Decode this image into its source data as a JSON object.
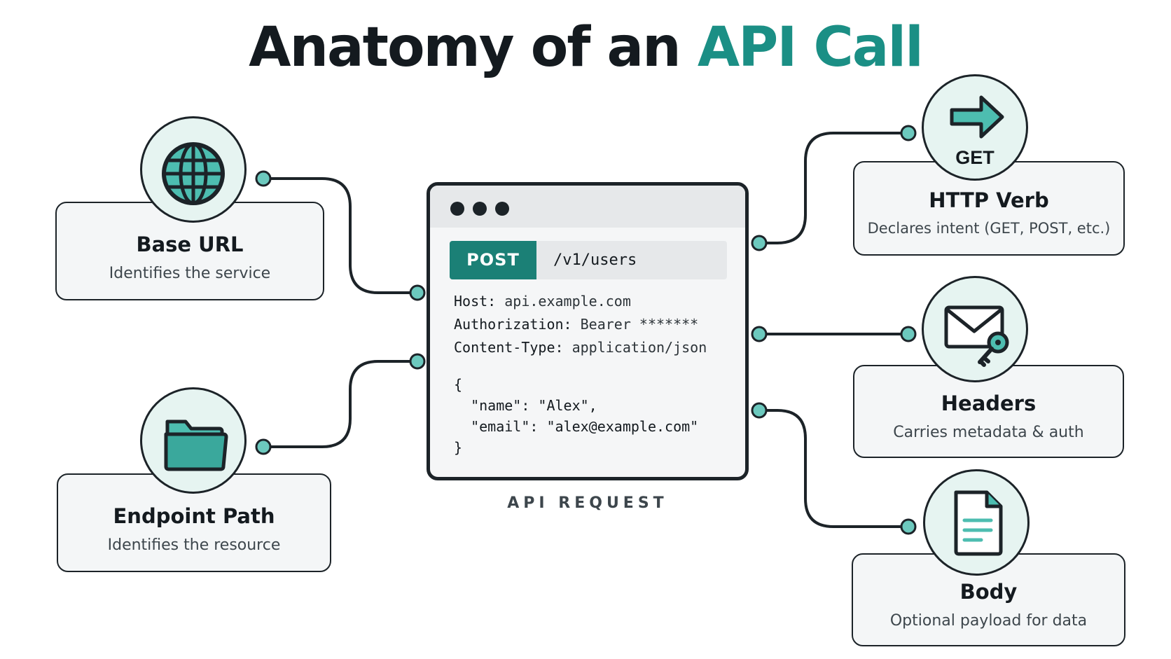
{
  "title": {
    "main": "Anatomy of an",
    "accent": "API Call"
  },
  "request": {
    "method": "POST",
    "path": "/v1/users",
    "headers": [
      {
        "key": "Host:",
        "value": "api.example.com"
      },
      {
        "key": "Authorization:",
        "value": "Bearer *******"
      },
      {
        "key": "Content-Type:",
        "value": "application/json"
      }
    ],
    "body_lines": [
      "{",
      "  \"name\": \"Alex\",",
      "  \"email\": \"alex@example.com\"",
      "}"
    ],
    "caption": "API REQUEST"
  },
  "components": {
    "base_url": {
      "title": "Base URL",
      "desc": "Identifies the service",
      "icon": "globe-icon"
    },
    "endpoint_path": {
      "title": "Endpoint Path",
      "desc": "Identifies the resource",
      "icon": "folder-icon"
    },
    "http_verb": {
      "title": "HTTP Verb",
      "desc": "Declares intent (GET, POST, etc.)",
      "icon": "arrow-right-icon",
      "badge": "GET"
    },
    "headers": {
      "title": "Headers",
      "desc": "Carries metadata & auth",
      "icon": "envelope-key-icon"
    },
    "body": {
      "title": "Body",
      "desc": "Optional payload for data",
      "icon": "document-icon"
    }
  },
  "colors": {
    "accent": "#1b8f85",
    "accent_dark": "#1b8076",
    "icon_fill": "#4dbdb0",
    "circle_bg": "#e6f4f1",
    "card_bg": "#f4f6f7",
    "outline": "#1c2328"
  }
}
